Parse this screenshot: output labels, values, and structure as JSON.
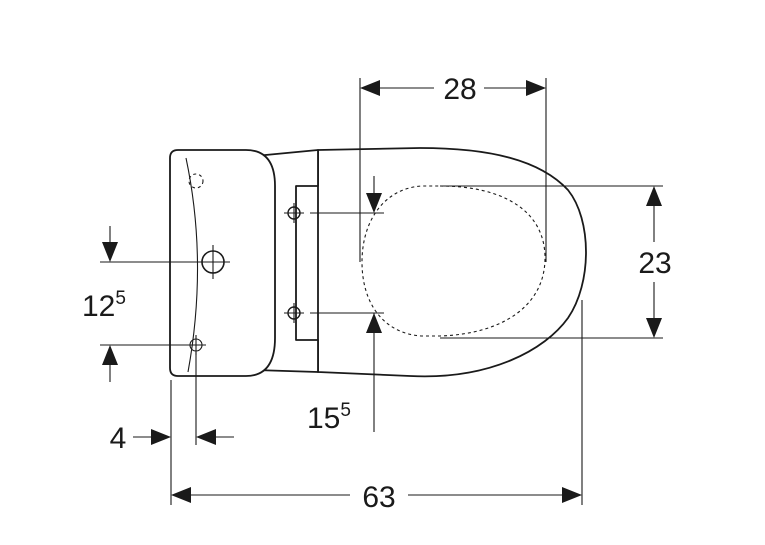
{
  "dimensions": {
    "top_width": "28",
    "seat_height": "23",
    "left_offset_main": "12",
    "left_offset_sup": "5",
    "fixing_main": "15",
    "fixing_sup": "5",
    "edge_offset": "4",
    "total_length": "63"
  }
}
